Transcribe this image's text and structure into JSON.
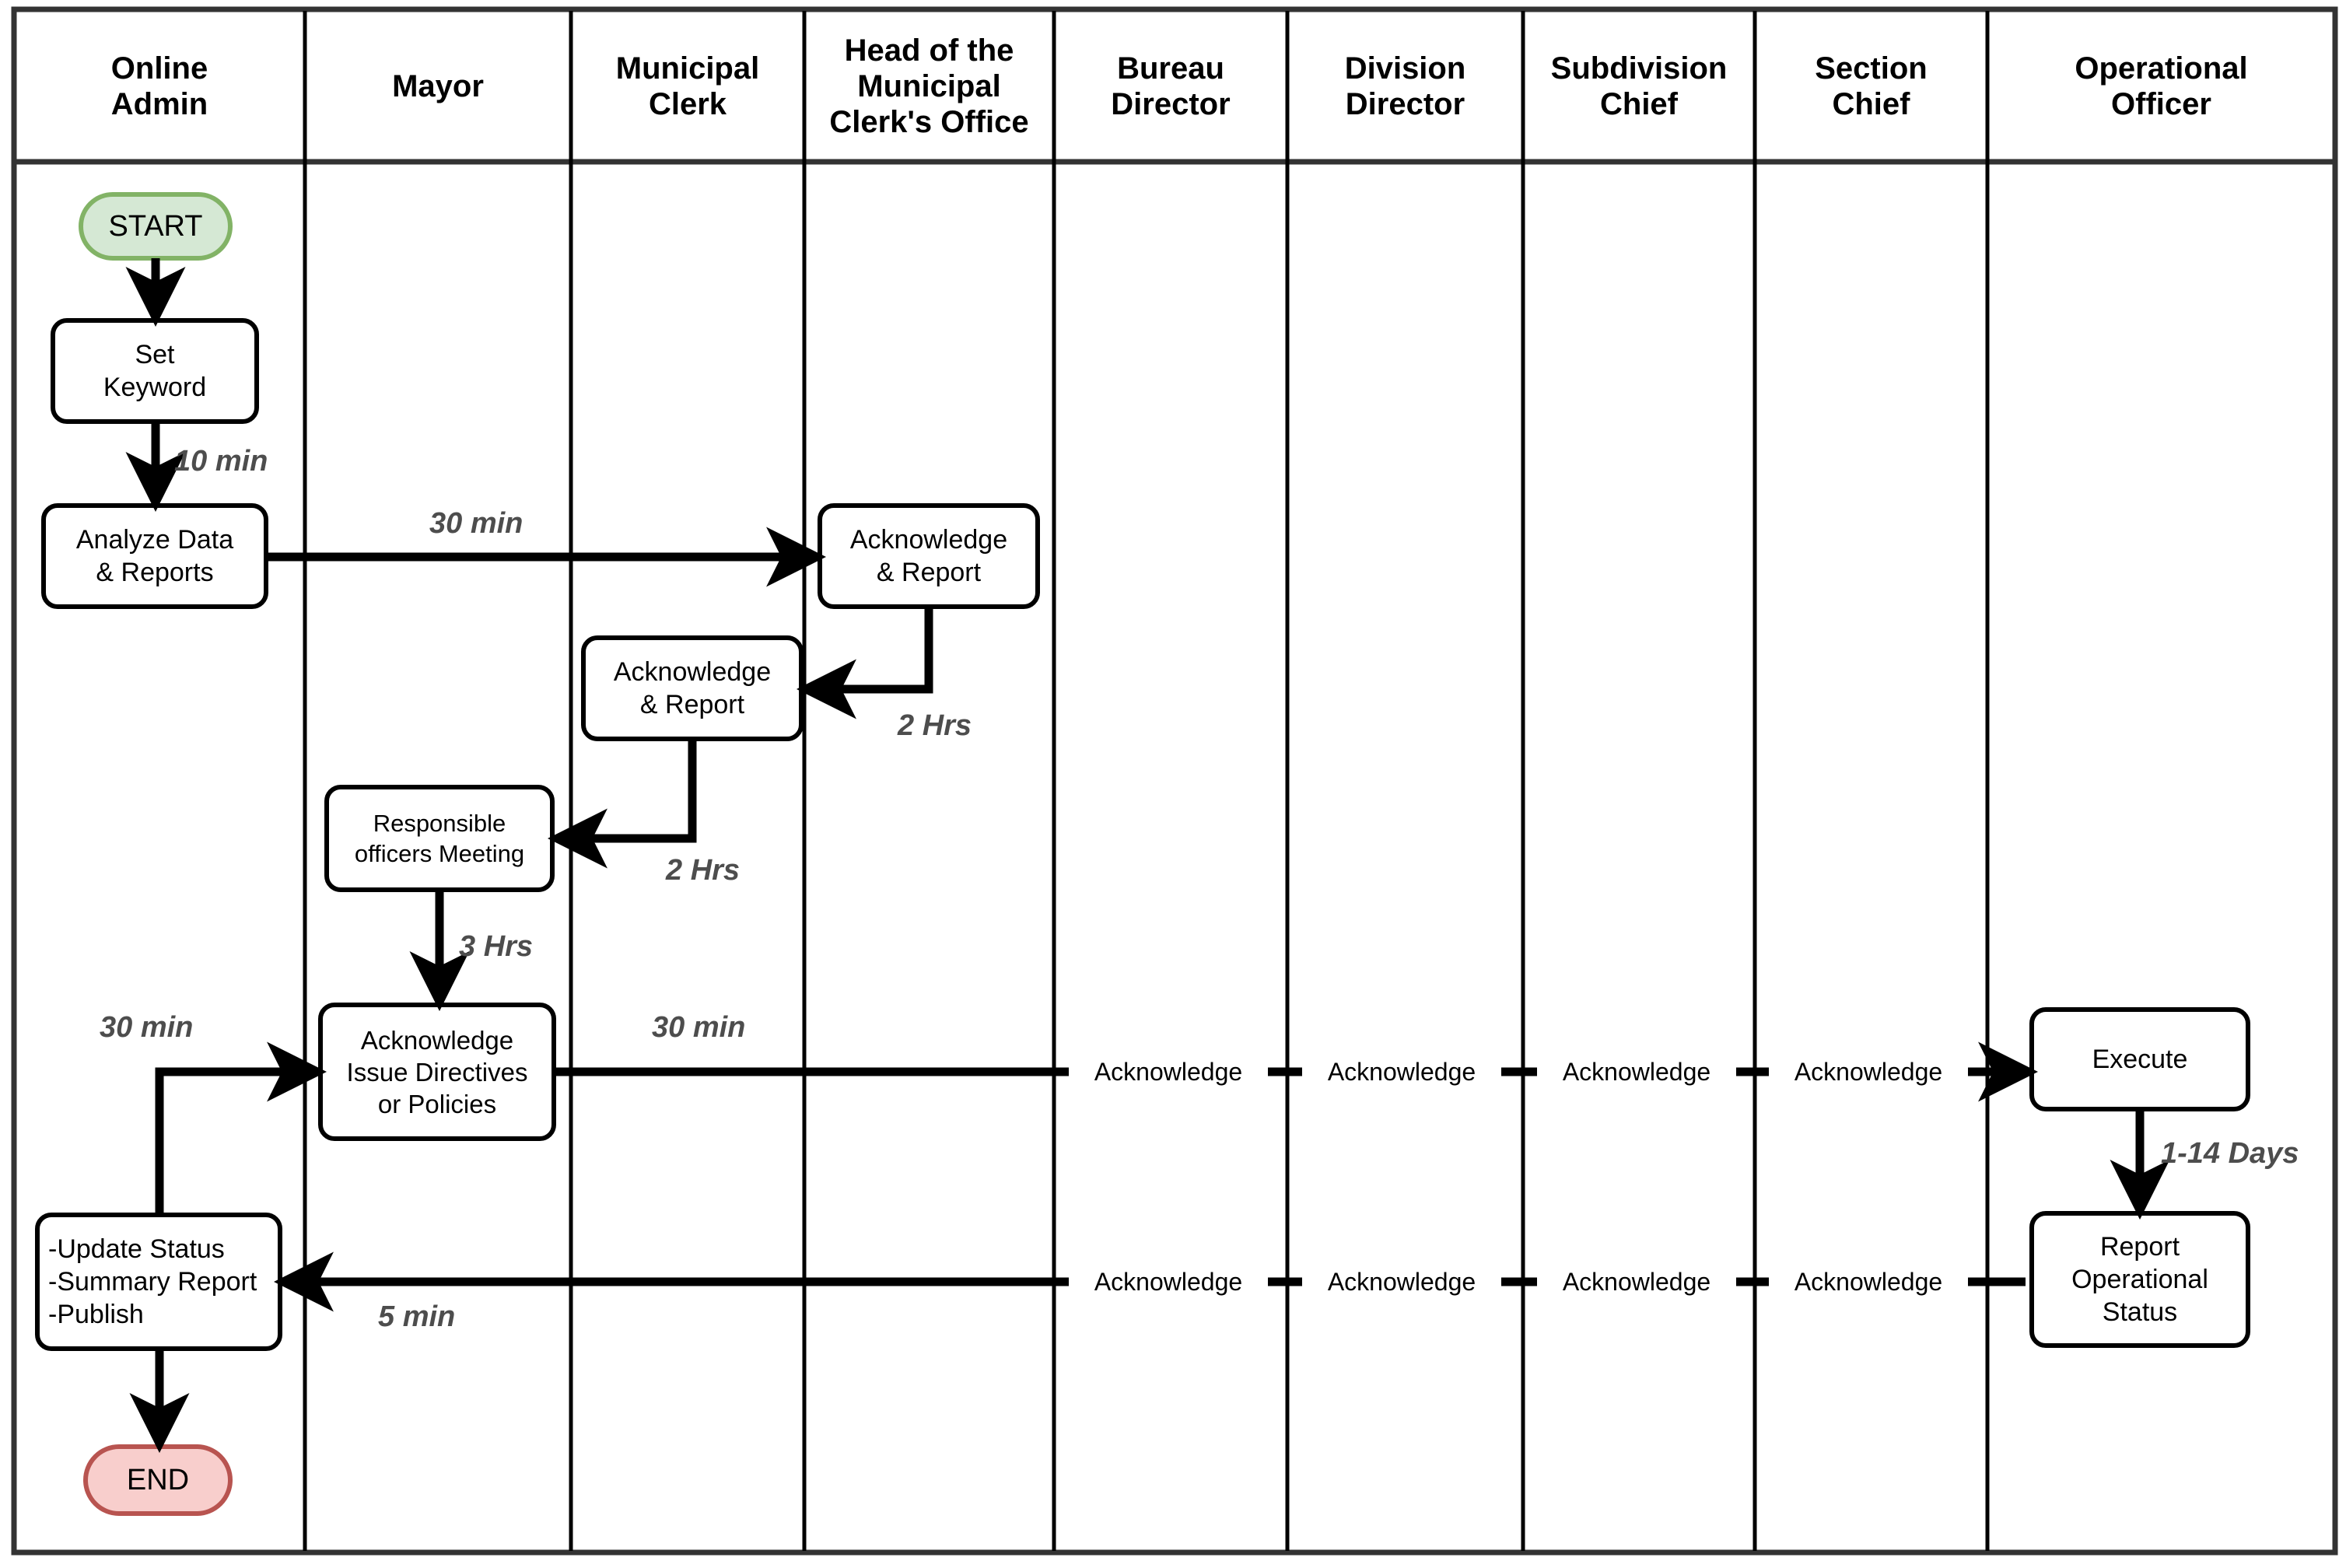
{
  "diagram": {
    "type": "swimlane-flowchart",
    "title": "",
    "lanes": [
      {
        "id": "online-admin",
        "label": "Online\nAdmin"
      },
      {
        "id": "mayor",
        "label": "Mayor"
      },
      {
        "id": "municipal-clerk",
        "label": "Municipal\nClerk"
      },
      {
        "id": "head-clerk-office",
        "label": "Head of the\nMunicipal\nClerk's Office"
      },
      {
        "id": "bureau-director",
        "label": "Bureau\nDirector"
      },
      {
        "id": "division-director",
        "label": "Division\nDirector"
      },
      {
        "id": "subdivision-chief",
        "label": "Subdivision\nChief"
      },
      {
        "id": "section-chief",
        "label": "Section\nChief"
      },
      {
        "id": "operational-officer",
        "label": "Operational\nOfficer"
      }
    ],
    "nodes": [
      {
        "id": "start",
        "lane": "online-admin",
        "shape": "terminator",
        "label": "START",
        "fill": "#d5e8d4",
        "stroke": "#82b366"
      },
      {
        "id": "set-keyword",
        "lane": "online-admin",
        "shape": "process",
        "label": "Set\nKeyword"
      },
      {
        "id": "analyze-data",
        "lane": "online-admin",
        "shape": "process",
        "label": "Analyze Data\n& Reports"
      },
      {
        "id": "ack-report-head",
        "lane": "head-clerk-office",
        "shape": "process",
        "label": "Acknowledge\n& Report"
      },
      {
        "id": "ack-report-clerk",
        "lane": "municipal-clerk",
        "shape": "process",
        "label": "Acknowledge\n& Report"
      },
      {
        "id": "officers-meeting",
        "lane": "mayor",
        "shape": "process",
        "label": "Responsible\nofficers Meeting"
      },
      {
        "id": "issue-directives",
        "lane": "mayor",
        "shape": "process",
        "label": "Acknowledge\nIssue Directives\nor Policies"
      },
      {
        "id": "execute",
        "lane": "operational-officer",
        "shape": "process",
        "label": "Execute"
      },
      {
        "id": "report-status",
        "lane": "operational-officer",
        "shape": "process",
        "label": "Report\nOperational\nStatus"
      },
      {
        "id": "update-status",
        "lane": "online-admin",
        "shape": "process",
        "label": "-Update Status\n-Summary Report\n-Publish"
      },
      {
        "id": "end",
        "lane": "online-admin",
        "shape": "terminator",
        "label": "END",
        "fill": "#f8cecc",
        "stroke": "#b85450"
      }
    ],
    "edge_labels": [
      {
        "id": "lbl-10min",
        "text": "10 min"
      },
      {
        "id": "lbl-30min-to-head",
        "text": "30 min"
      },
      {
        "id": "lbl-2hrs-head-to-clerk",
        "text": "2 Hrs"
      },
      {
        "id": "lbl-2hrs-clerk-to-mayor",
        "text": "2 Hrs"
      },
      {
        "id": "lbl-3hrs",
        "text": "3 Hrs"
      },
      {
        "id": "lbl-30min-to-mayor",
        "text": "30 min"
      },
      {
        "id": "lbl-30min-directives",
        "text": "30 min"
      },
      {
        "id": "lbl-1-14days",
        "text": "1-14 Days"
      },
      {
        "id": "lbl-5min",
        "text": "5 min"
      }
    ],
    "acknowledge_labels_down": [
      {
        "id": "ack-down-bureau",
        "text": "Acknowledge"
      },
      {
        "id": "ack-down-division",
        "text": "Acknowledge"
      },
      {
        "id": "ack-down-subdivision",
        "text": "Acknowledge"
      },
      {
        "id": "ack-down-section",
        "text": "Acknowledge"
      }
    ],
    "acknowledge_labels_up": [
      {
        "id": "ack-up-bureau",
        "text": "Acknowledge"
      },
      {
        "id": "ack-up-division",
        "text": "Acknowledge"
      },
      {
        "id": "ack-up-subdivision",
        "text": "Acknowledge"
      },
      {
        "id": "ack-up-section",
        "text": "Acknowledge"
      }
    ],
    "colors": {
      "frame": "#333333",
      "lane_divider": "#000000",
      "edge": "#000000",
      "node_stroke": "#000000",
      "node_fill": "#ffffff",
      "label_gray": "#4d4d4d",
      "start_fill": "#d5e8d4",
      "start_stroke": "#82b366",
      "end_fill": "#f8cecc",
      "end_stroke": "#b85450"
    }
  }
}
